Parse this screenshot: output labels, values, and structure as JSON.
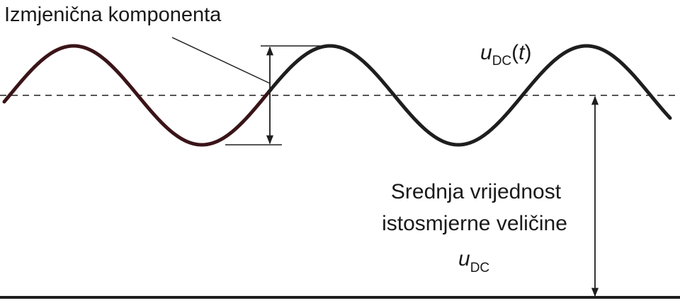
{
  "labels": {
    "ac_component": "Izmjenična komponenta",
    "wave_symbol": "u",
    "wave_subscript": "DC",
    "wave_argument_open": "(",
    "wave_argument": "t",
    "wave_argument_close": ")",
    "mean_line1": "Srednja vrijednost",
    "mean_line2": "istosmjerne veličine",
    "mean_symbol": "u",
    "mean_subscript": "DC"
  },
  "colors": {
    "wave_first_period": "#3a1418",
    "wave": "#1e1e1e",
    "lines": "#1e1e1e"
  }
}
